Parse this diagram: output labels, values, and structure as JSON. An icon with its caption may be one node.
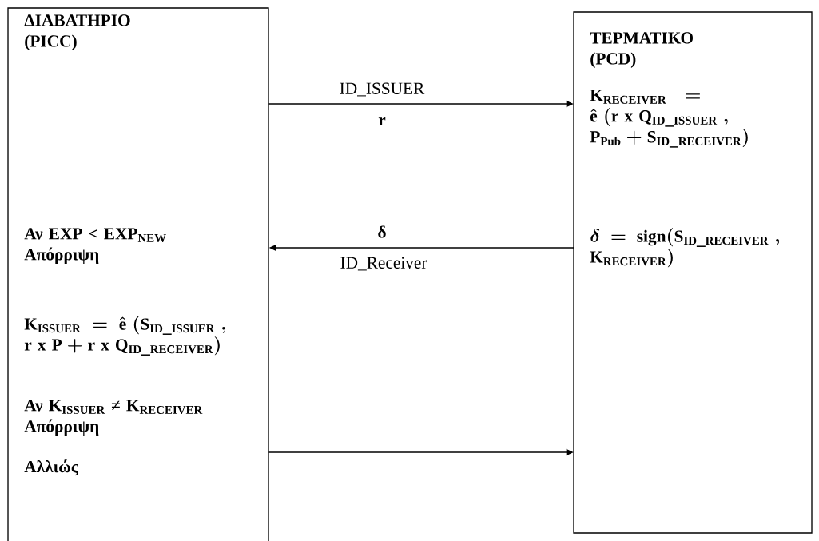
{
  "diagram": {
    "nodes": [
      {
        "text": [
          "ΔΙΑΒΑΤΗΡΙΟ (PICC)",
          "Αν EXP < EXP$_{NEW}$ Απόρριψη",
          "\\mathrm{K_{ISSUER}} = \\hat{\\mathrm{e}}\\ (\\mathrm{S_{ID\\_ISSUER}}\\ ,\\allowbreak\\ \\mathrm{r\\ x\\ P} + \\mathrm{r\\ x\\ Q_{ID\\_RECEIVER}})",
          "Αν K$_{ISSUER}$ ≠ K$_{RECEIVER}$ Απόρριψη",
          "Αλλιώς"
        ]
      },
      {
        "text": [
          "ΤΕΡΜΑΤΙΚΟ (PCD)",
          "\\mathrm{K_{RECEIVER}} = \\hat{\\mathrm{e}}\\ (\\mathrm{r\\ x\\ Q_{ID\\_ISSUER}}\\ ,\\allowbreak\\ \\mathrm{P_{Pub}} + \\mathrm{S_{ID\\_RECEIVER}})",
          "\\delta = \\mathrm{sign}(\\mathrm{S_{ID\\_RECEIVER}}\\ ,\\allowbreak\\ \\mathrm{K_{RECEIVER}})"
        ]
      }
    ],
    "edges": [
      {
        "from": 0,
        "to": 1,
        "arrow": "to",
        "label": "ID_ISSUER"
      },
      {
        "from": 1,
        "to": 0,
        "arrow": "to",
        "label": "ID_Receiver"
      },
      {
        "from": 0,
        "to": 1,
        "arrow": "to"
      }
    ],
    "labels": [
      "r",
      "δ"
    ]
  }
}
